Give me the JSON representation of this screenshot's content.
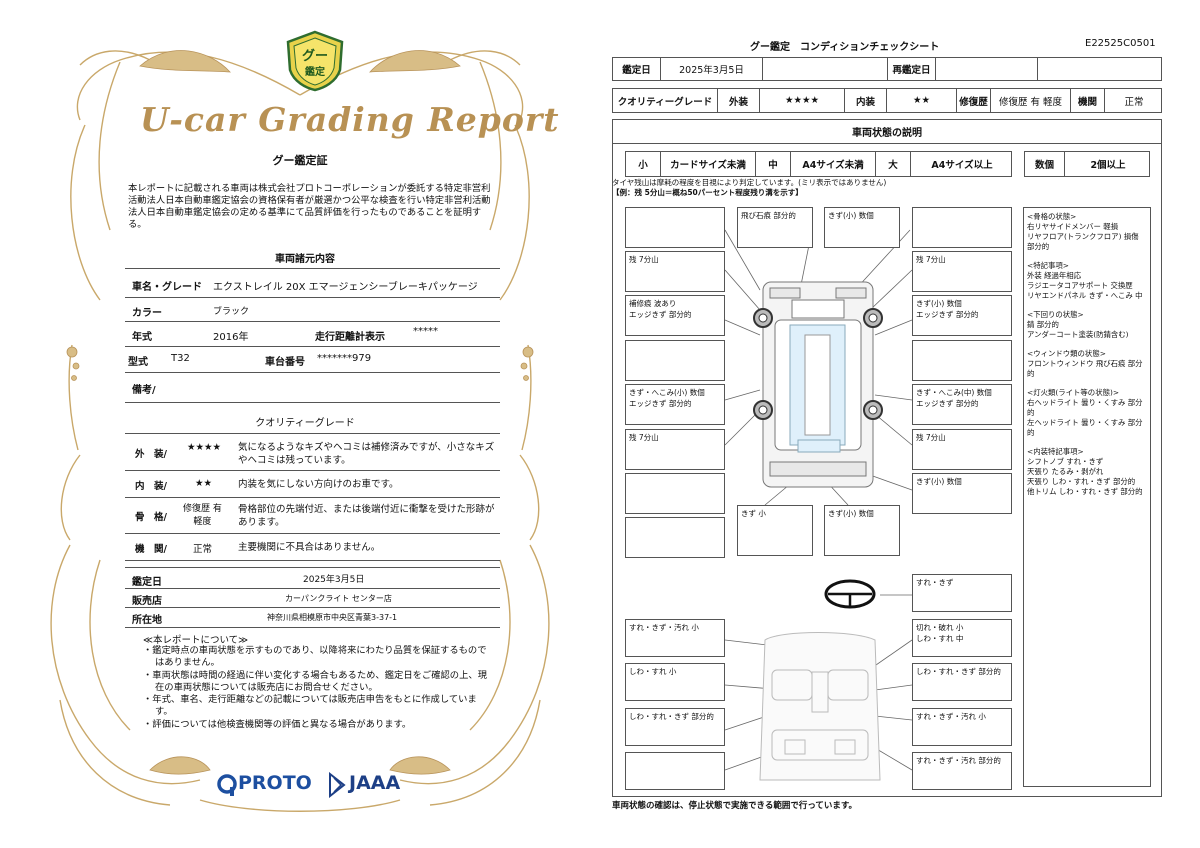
{
  "left": {
    "logo_text": "グー\n鑑定",
    "report_title": "U-car Grading Report",
    "certificate_title": "グー鑑定証",
    "certificate_text": "本レポートに記載される車両は株式会社プロトコーポレーションが委託する特定非営利活動法人日本自動車鑑定協会の資格保有者が厳選かつ公平な検査を行い特定非営利活動法人日本自動車鑑定協会の定める基準にて品質評価を行ったものであることを証明する。",
    "specs_title": "車両諸元内容",
    "specs": {
      "name_label": "車名・グレード",
      "name_value": "エクストレイル 20X エマージェンシーブレーキパッケージ",
      "color_label": "カラー",
      "color_value": "ブラック",
      "year_label": "年式",
      "year_value": "2016年",
      "mileage_label": "走行距離計表示",
      "mileage_value": "*****",
      "model_label": "型式",
      "model_value": "T32",
      "chassis_label": "車台番号",
      "chassis_value": "*******979",
      "remarks_label": "備考/"
    },
    "quality_title": "クオリティーグレード",
    "quality": [
      {
        "label": "外　装/",
        "value": "★★★★",
        "desc": "気になるようなキズやヘコミは補修済みですが、小さなキズやヘコミは残っています。"
      },
      {
        "label": "内　装/",
        "value": "★★",
        "desc": "内装を気にしない方向けのお車です。"
      },
      {
        "label": "骨　格/",
        "value": "修復歴 有\n軽度",
        "desc": "骨格部位の先端付近、または後端付近に衝撃を受けた形跡があります。"
      },
      {
        "label": "機　関/",
        "value": "正常",
        "desc": "主要機関に不具合はありません。"
      }
    ],
    "appraisal": {
      "date_label": "鑑定日",
      "date_value": "2025年3月5日",
      "shop_label": "販売店",
      "shop_value": "カーパンクライト センター店",
      "address_label": "所在地",
      "address_value": "神奈川県相模原市中央区青葉3-37-1"
    },
    "notes_title": "≪本レポートについて≫",
    "notes": [
      "・鑑定時点の車両状態を示すものであり、以降将来にわたり品質を保証するものではありません。",
      "・車両状態は時間の経過に伴い変化する場合もあるため、鑑定日をご確認の上、現在の車両状態については販売店にお問合せください。",
      "・年式、車名、走行距離などの記載については販売店申告をもとに作成しています。",
      "・評価については他検査機関等の評価と異なる場合があります。"
    ],
    "logo_proto": "PROTO",
    "logo_jaaa": "JAAA"
  },
  "right": {
    "title": "グー鑑定　コンディションチェックシート",
    "sheet_id": "E22525C0501",
    "row1": {
      "date_label": "鑑定日",
      "date_value": "2025年3月5日",
      "reapp_label": "再鑑定日"
    },
    "row2": {
      "grade_label": "クオリティーグレード",
      "ext_label": "外装",
      "ext_value": "★★★★",
      "int_label": "内装",
      "int_value": "★★",
      "repair_label": "修復歴",
      "repair_value": "修復歴 有 軽度",
      "engine_label": "機関",
      "engine_value": "正常"
    },
    "panel_title": "車両状態の説明",
    "legend": {
      "small": "小",
      "small_desc": "カードサイズ未満",
      "medium": "中",
      "medium_desc": "A4サイズ未満",
      "large": "大",
      "large_desc": "A4サイズ以上",
      "count_label": "数個",
      "count_desc": "2個以上"
    },
    "tire_note1": "タイヤ残山は摩耗の程度を目視により判定しています。(ミリ表示ではありません)",
    "tire_note2": "【例：残 5分山＝概ね50パーセント程度残り溝を示す】",
    "exterior_boxes": {
      "top_mid1": "飛び石痕 部分的",
      "top_mid2": "きず(小) 数個",
      "left_tire_front": "残 7分山",
      "right_tire_front": "残 7分山",
      "left_front": "補修痕 波あり\nエッジきず 部分的",
      "right_front": "きず(小) 数個\nエッジきず 部分的",
      "left_rear": "きず・へこみ(小) 数個\nエッジきず 部分的",
      "right_rear": "きず・へこみ(中) 数個\nエッジきず 部分的",
      "left_tire_rear": "残 7分山",
      "right_tire_rear": "残 7分山",
      "right_bottom": "きず(小) 数個",
      "bottom_mid1": "きず 小",
      "bottom_mid2": "きず(小) 数個"
    },
    "interior_boxes": {
      "steering": "すれ・きず",
      "left1": "すれ・きず・汚れ 小",
      "right1": "切れ・破れ 小\nしわ・すれ 中",
      "left2": "しわ・すれ 小",
      "right2": "しわ・すれ・きず 部分的",
      "left3": "しわ・すれ・きず 部分的",
      "right3": "すれ・きず・汚れ 小",
      "right4": "すれ・きず・汚れ 部分的"
    },
    "side_notes": [
      {
        "title": "<骨格の状態>",
        "lines": [
          "右リヤサイドメンバー 軽損",
          "リヤフロア(トランクフロア) 損傷",
          "部分的"
        ]
      },
      {
        "title": "<特記事項>",
        "lines": [
          "外装 経過年相応",
          "ラジエータコアサポート 交換歴",
          "リヤエンドパネル きず・へこみ 中"
        ]
      },
      {
        "title": "<下回りの状態>",
        "lines": [
          "錆 部分的",
          "アンダーコート塗装(防錆含む)"
        ]
      },
      {
        "title": "<ウィンドウ類の状態>",
        "lines": [
          "フロントウィンドウ 飛び石痕 部分的"
        ]
      },
      {
        "title": "<灯火類(ライト等の状態)>",
        "lines": [
          "右ヘッドライト 曇り・くすみ 部分的",
          "左ヘッドライト 曇り・くすみ 部分的"
        ]
      },
      {
        "title": "<内装特記事項>",
        "lines": [
          "シフトノブ すれ・きず",
          "天張り たるみ・剥がれ",
          "天張り しわ・すれ・きず 部分的",
          "他トリム しわ・すれ・きず 部分的"
        ]
      }
    ],
    "footnote": "車両状態の確認は、停止状態で実施できる範囲で行っています。"
  }
}
